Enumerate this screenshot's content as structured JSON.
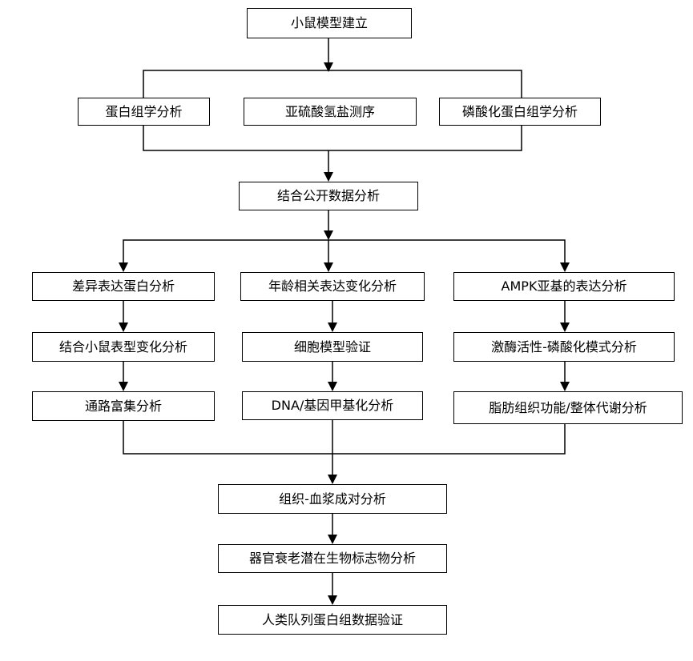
{
  "diagram": {
    "nodes": {
      "mouse_model": "小鼠模型建立",
      "proteomics": "蛋白组学分析",
      "bisulfite_seq": "亚硫酸氢盐测序",
      "phosphoproteomics": "磷酸化蛋白组学分析",
      "public_data": "结合公开数据分析",
      "diff_protein": "差异表达蛋白分析",
      "age_expression": "年龄相关表达变化分析",
      "ampk": "AMPK亚基的表达分析",
      "phenotype": "结合小鼠表型变化分析",
      "cell_model": "细胞模型验证",
      "kinase": "激酶活性-磷酸化模式分析",
      "pathway": "通路富集分析",
      "dna_methyl": "DNA/基因甲基化分析",
      "adipose": "脂肪组织功能/整体代谢分析",
      "tissue_plasma": "组织-血浆成对分析",
      "biomarker": "器官衰老潜在生物标志物分析",
      "human_cohort": "人类队列蛋白组数据验证"
    }
  }
}
